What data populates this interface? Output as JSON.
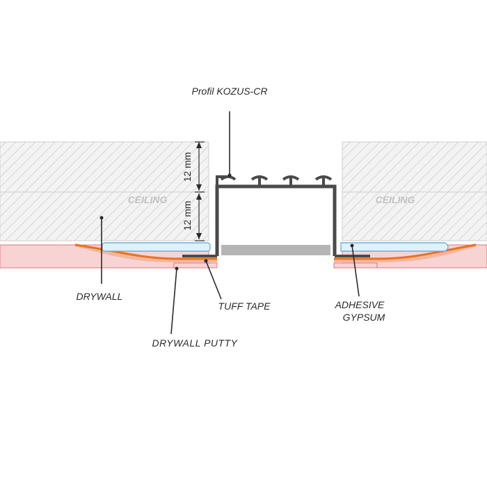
{
  "labels": {
    "profile": "Profil KOZUS-CR",
    "ceiling_left": "CEILING",
    "ceiling_right": "CEILING",
    "dim_upper": "12 mm",
    "dim_lower": "12 mm",
    "drywall": "DRYWALL",
    "tuff_tape": "TUFF TAPE",
    "adhesive_line1": "ADHESIVE",
    "adhesive_line2": "GYPSUM",
    "drywall_putty": "DRYWALL PUTTY"
  },
  "colors": {
    "hatch_line": "#c8c8c8",
    "ceiling_fill": "#f3f3f3",
    "drywall_fill": "#f8d3d3",
    "drywall_stroke": "#d77b7b",
    "tape": "#e8731f",
    "profile": "#4a4a4a",
    "adhesive_fill": "#dff1fb",
    "adhesive_stroke": "#6fb0d6",
    "gap_fill": "#b5b5b5",
    "leader": "#2a2a2a"
  }
}
